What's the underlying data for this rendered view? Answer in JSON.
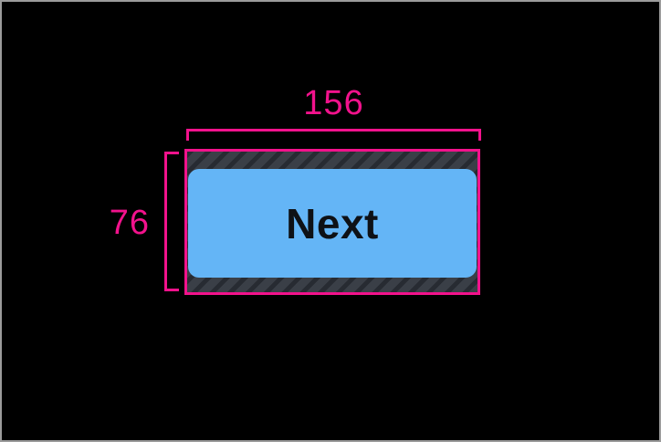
{
  "colors": {
    "canvas-bg": "#000000",
    "canvas-border": "#9b9b9b",
    "guide-pink": "#f2128c",
    "button-blue": "#64b5f6",
    "button-text": "#0e1116",
    "hatch-base": "#3a3f47",
    "hatch-stripe": "#272b32"
  },
  "measurements": {
    "width_value": "156",
    "height_value": "76"
  },
  "widget": {
    "button_label": "Next"
  }
}
